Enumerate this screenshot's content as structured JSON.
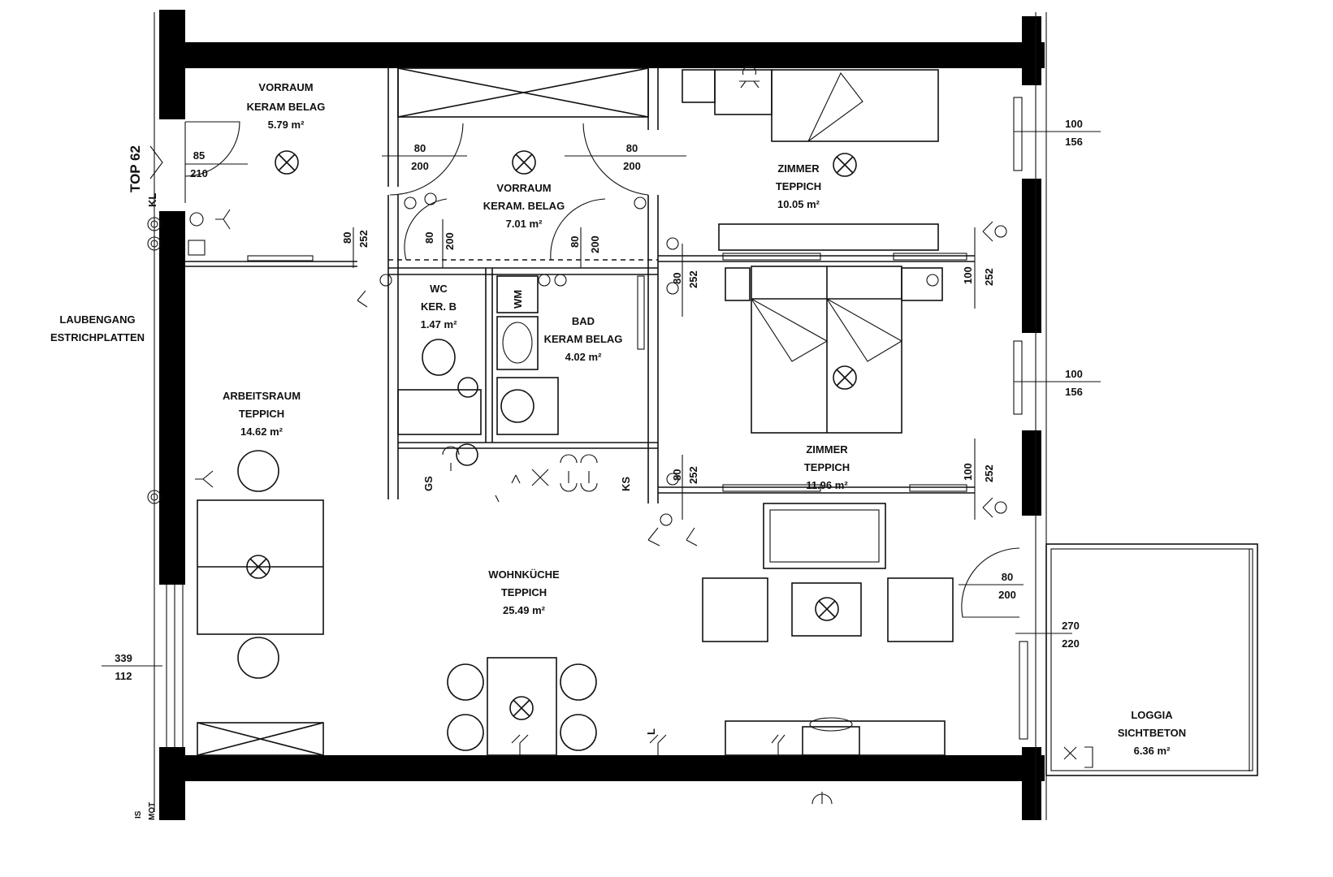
{
  "rooms": {
    "vorraum1": {
      "name": "VORRAUM",
      "floor": "KERAM BELAG",
      "area": "5.79 m²"
    },
    "vorraum2": {
      "name": "VORRAUM",
      "floor": "KERAM. BELAG",
      "area": "7.01 m²"
    },
    "zimmer1": {
      "name": "ZIMMER",
      "floor": "TEPPICH",
      "area": "10.05 m²"
    },
    "zimmer2": {
      "name": "ZIMMER",
      "floor": "TEPPICH",
      "area": "11.96 m²"
    },
    "wc": {
      "name": "WC",
      "floor": "KER. B",
      "area": "1.47 m²"
    },
    "bad": {
      "name": "BAD",
      "floor": "KERAM BELAG",
      "area": "4.02 m²"
    },
    "arbeitsraum": {
      "name": "ARBEITSRAUM",
      "floor": "TEPPICH",
      "area": "14.62 m²"
    },
    "wohnkueche": {
      "name": "WOHNKÜCHE",
      "floor": "TEPPICH",
      "area": "25.49 m²"
    },
    "loggia": {
      "name": "LOGGIA",
      "floor": "SICHTBETON",
      "area": "6.36 m²"
    },
    "laubengang": {
      "name": "LAUBENGANG",
      "floor": "ESTRICHPLATTEN"
    }
  },
  "unit_label": "TOP 62",
  "entry_mark": "KL",
  "dimensions": {
    "entry_door": {
      "top": "85",
      "bottom": "210"
    },
    "door_left": {
      "top": "80",
      "bottom": "200"
    },
    "door_right": {
      "top": "80",
      "bottom": "200"
    },
    "door_wc": {
      "a": "80",
      "b": "200"
    },
    "door_wc_side": {
      "a": "80",
      "b": "252"
    },
    "door_bad": {
      "a": "80",
      "b": "200"
    },
    "door_zimmer1": {
      "a": "80",
      "b": "252"
    },
    "door_zimmer2": {
      "a": "80",
      "b": "252"
    },
    "win_z1_a": {
      "a": "100",
      "b": "252"
    },
    "win_z2_a": {
      "a": "100",
      "b": "252"
    },
    "win_right1": {
      "top": "100",
      "bottom": "156"
    },
    "win_right2": {
      "top": "100",
      "bottom": "156"
    },
    "loggia_door": {
      "top": "80",
      "bottom": "200"
    },
    "loggia_win": {
      "top": "270",
      "bottom": "220"
    },
    "window_left": {
      "top": "339",
      "bottom": "112"
    }
  },
  "fixtures": {
    "gs": "GS",
    "ks": "KS",
    "wm": "WM",
    "l": "L"
  },
  "bottom_marks": {
    "a": "IS",
    "b": "MOT"
  }
}
